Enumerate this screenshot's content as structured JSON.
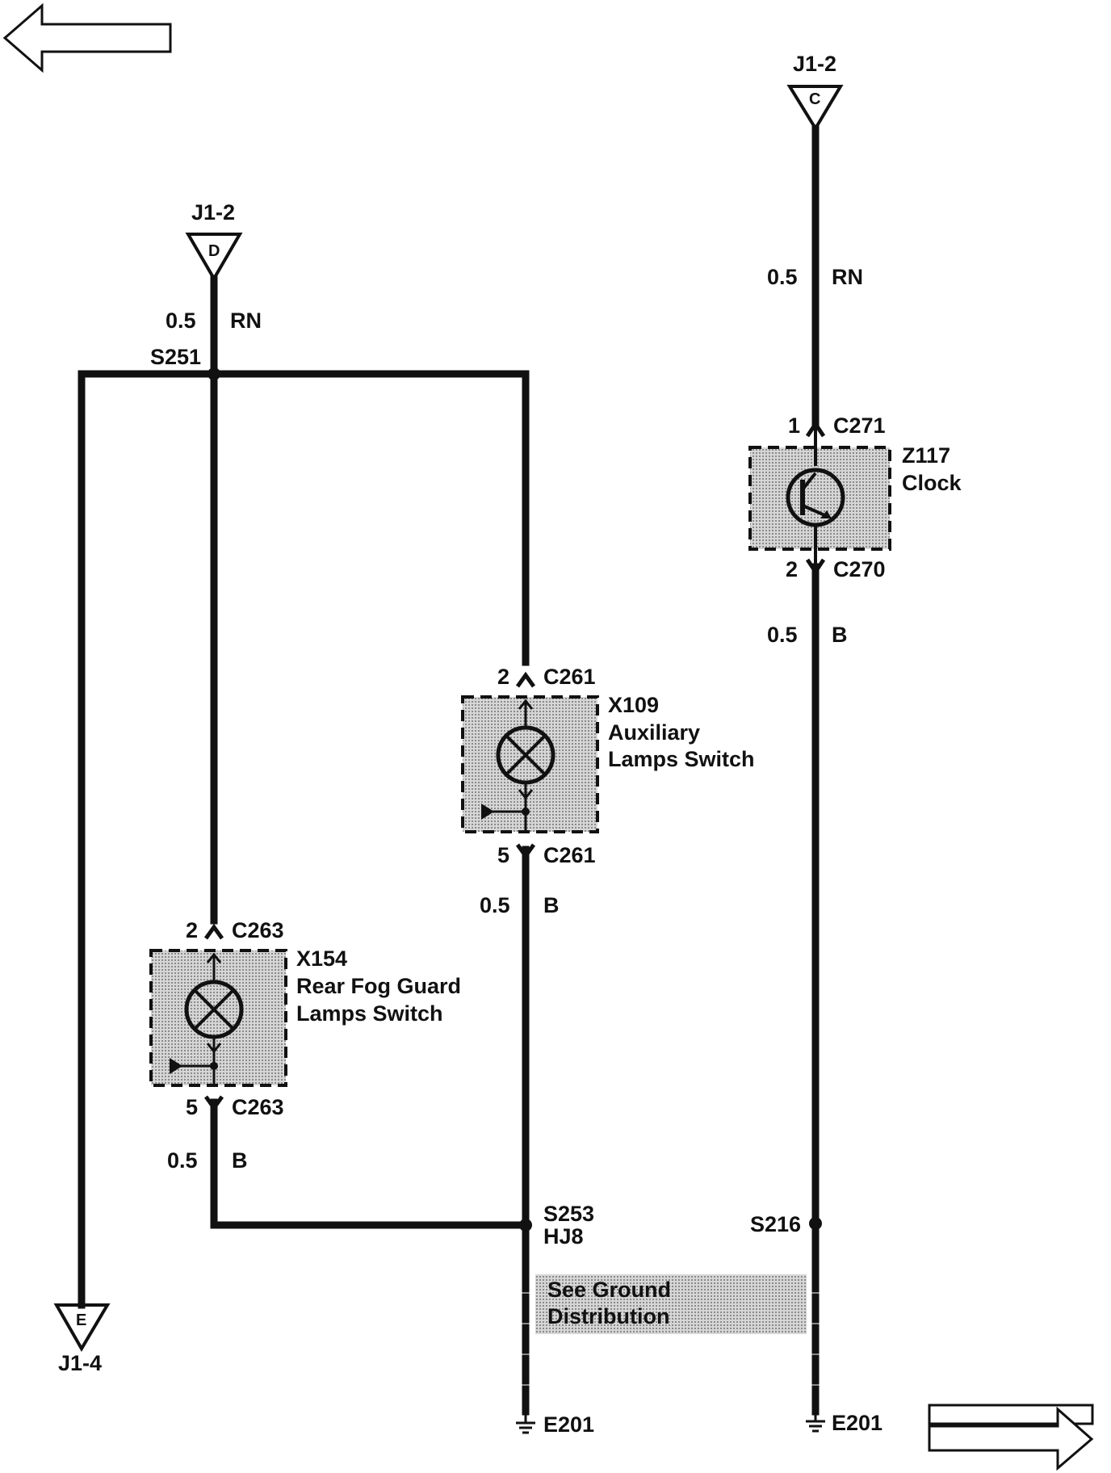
{
  "navigation": {
    "prev_arrow": "previous page",
    "next_arrow": "next page"
  },
  "colors": {
    "line": "#111111",
    "shade": "#bdbdbd"
  },
  "connectors": {
    "d": {
      "label": "J1-2",
      "letter": "D"
    },
    "c": {
      "label": "J1-2",
      "letter": "C"
    },
    "e": {
      "label": "J1-4",
      "letter": "E"
    }
  },
  "wires": {
    "d_upper": {
      "size": "0.5",
      "color": "RN"
    },
    "c_upper": {
      "size": "0.5",
      "color": "RN"
    },
    "clock_lower": {
      "size": "0.5",
      "color": "B"
    },
    "aux_lower": {
      "size": "0.5",
      "color": "B"
    },
    "fog_lower": {
      "size": "0.5",
      "color": "B"
    }
  },
  "splices": {
    "s251": "S251",
    "s253": "S253",
    "s253_sub": "HJ8",
    "s216": "S216"
  },
  "components": {
    "clock": {
      "id": "Z117",
      "name": "Clock",
      "icon": "transistor-icon",
      "pin_top": "1",
      "conn_top": "C271",
      "pin_bottom": "2",
      "conn_bottom": "C270"
    },
    "aux": {
      "id": "X109",
      "name_line1": "Auxiliary",
      "name_line2": "Lamps Switch",
      "icon": "lamp-icon",
      "pin_top": "2",
      "conn_top": "C261",
      "pin_bottom": "5",
      "conn_bottom": "C261"
    },
    "fog": {
      "id": "X154",
      "name_line1": "Rear Fog Guard",
      "name_line2": "Lamps Switch",
      "icon": "lamp-icon",
      "pin_top": "2",
      "conn_top": "C263",
      "pin_bottom": "5",
      "conn_bottom": "C263"
    }
  },
  "ground_note": {
    "line1": "See Ground",
    "line2": "Distribution"
  },
  "grounds": {
    "left": "E201",
    "right": "E201"
  }
}
